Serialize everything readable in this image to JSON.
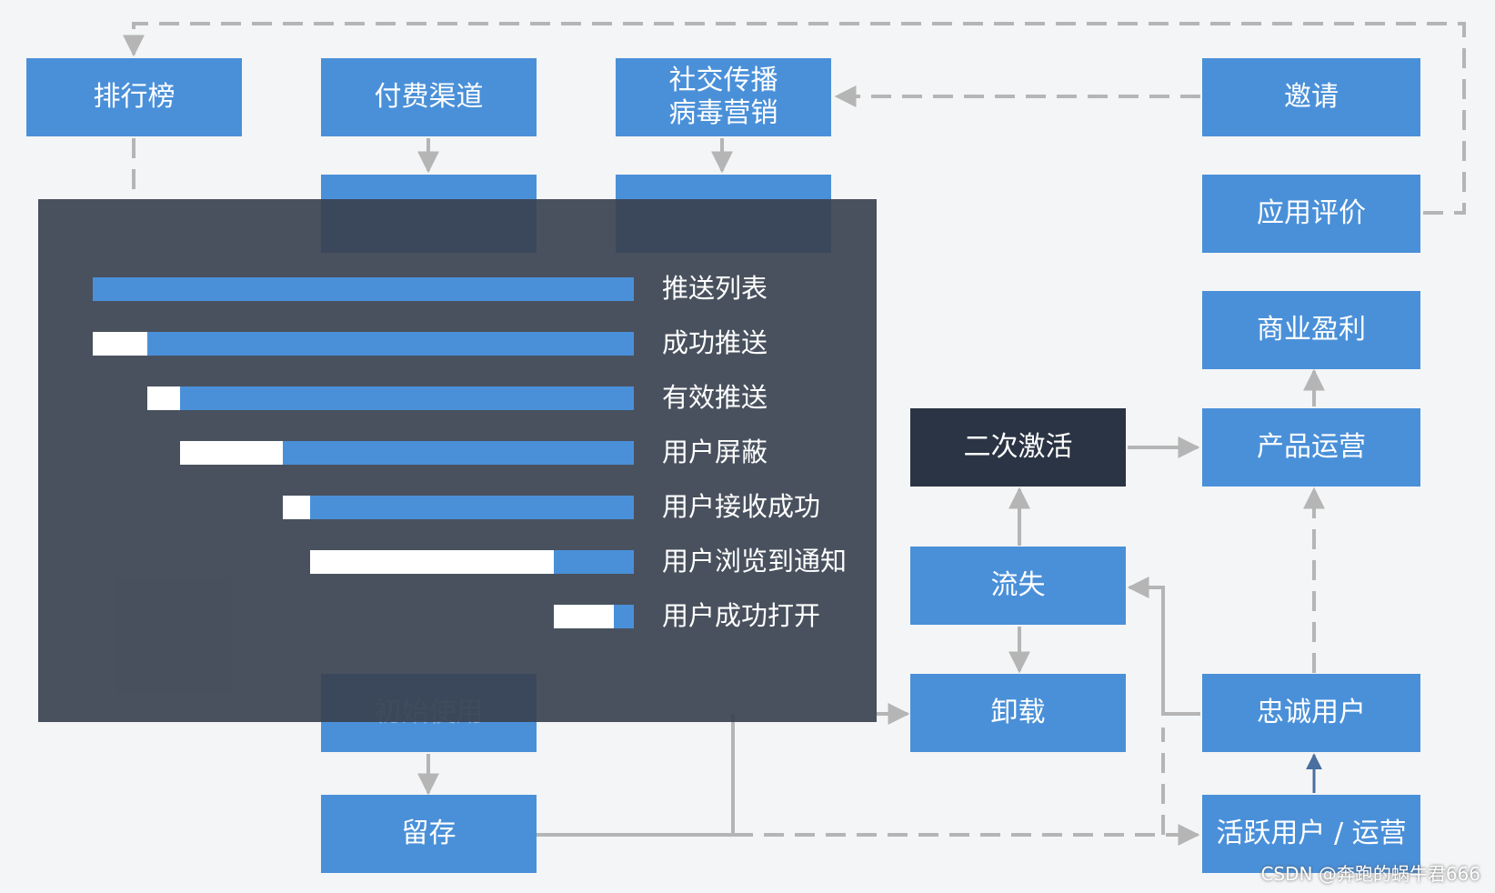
{
  "nodes": {
    "leaderboard": "排行榜",
    "paid_channel": "付费渠道",
    "social_spread_1": "社交传播",
    "social_spread_2": "病毒营销",
    "invite": "邀请",
    "app_review": "应用评价",
    "commercial_profit": "商业盈利",
    "product_ops": "产品运营",
    "reactivation": "二次激活",
    "churn": "流失",
    "uninstall": "卸载",
    "loyal_users": "忠诚用户",
    "active_users": "活跃用户 / 运营",
    "retention": "留存",
    "hidden_box_bottom": "初始使用"
  },
  "funnel": [
    {
      "label": "推送列表"
    },
    {
      "label": "成功推送"
    },
    {
      "label": "有效推送"
    },
    {
      "label": "用户屏蔽"
    },
    {
      "label": "用户接收成功"
    },
    {
      "label": "用户浏览到通知"
    },
    {
      "label": "用户成功打开"
    }
  ],
  "watermark": "CSDN @奔跑的蜗牛君666",
  "colors": {
    "box_blue": "#4a90d9",
    "box_dark": "#2b3444",
    "overlay": "#3a4250",
    "background": "#f4f5f6",
    "arrow_gray": "#b5b5b5"
  }
}
